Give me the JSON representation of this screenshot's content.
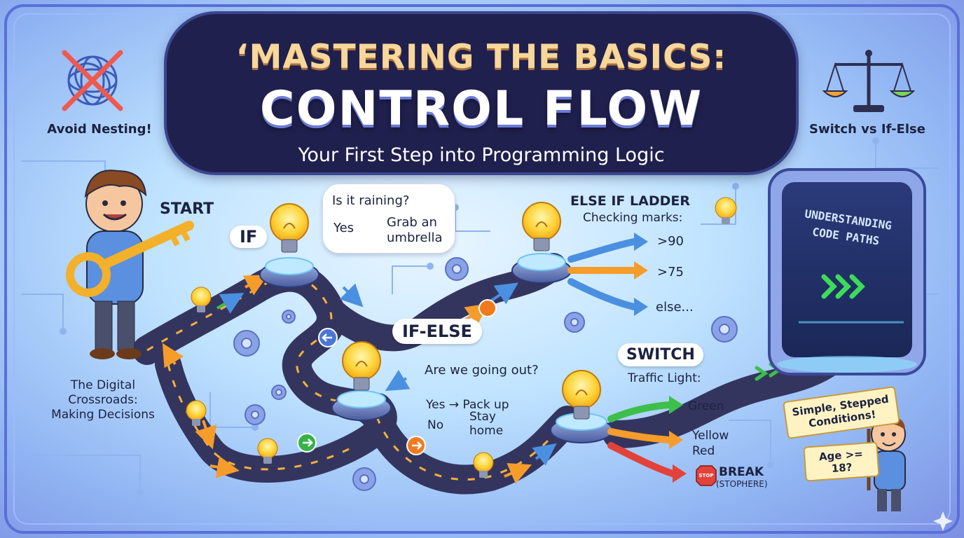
{
  "banner": {
    "title_line1": "‘MASTERING THE BASICS:",
    "title_line2": "CONTROL FLOW",
    "subtitle": "Your First Step into Programming Logic"
  },
  "corners": {
    "left_label": "Avoid Nesting!",
    "left_icon": "no-tangle-icon",
    "right_label": "Switch vs If-Else",
    "right_icon": "balance-scale-icon"
  },
  "start": {
    "label": "START"
  },
  "crossroads": {
    "line1": "The Digital",
    "line2": "Crossroads:",
    "line3": "Making Decisions"
  },
  "if_stage": {
    "label": "IF",
    "question": "Is it raining?",
    "yes": "Yes",
    "action_line1": "Grab an",
    "action_line2": "umbrella"
  },
  "if_else_stage": {
    "label": "IF-ELSE",
    "question": "Are we going out?",
    "yes": "Yes → Pack up",
    "no": "No",
    "no_action_line1": "Stay",
    "no_action_line2": "home"
  },
  "else_if_stage": {
    "label": "ELSE IF LADDER",
    "subtitle": "Checking marks:",
    "branches": [
      ">90",
      ">75",
      "else..."
    ]
  },
  "switch_stage": {
    "label": "SWITCH",
    "subtitle": "Traffic Light:",
    "cases": [
      "Green",
      "Yellow",
      "Red"
    ],
    "break_label": "BREAK",
    "break_note": "(STOPHERE)",
    "stop_sign": "STOP"
  },
  "screen": {
    "line1": "UNDERSTANDING",
    "line2": "CODE PATHS",
    "chevrons": "»>"
  },
  "sign": {
    "line1": "Simple, Stepped",
    "line2": "Conditions!",
    "age": "Age >= 18?"
  },
  "colors": {
    "banner": "#20204e",
    "title_gold": "#f7d79a",
    "road": "#34355f",
    "arrow_blue": "#4b8fe0",
    "arrow_orange": "#f59c2a",
    "arrow_green": "#3cbf4b",
    "arrow_red": "#e2423a"
  }
}
